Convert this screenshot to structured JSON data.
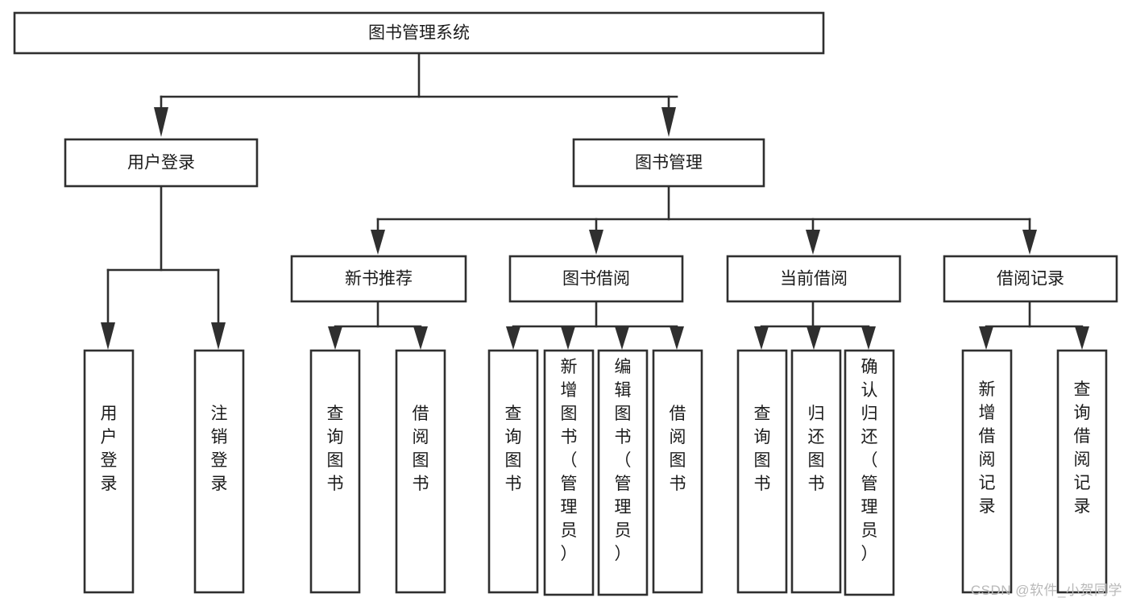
{
  "diagram": {
    "title": "图书管理系统",
    "watermark": "CSDN @软件_小贺同学",
    "colors": {
      "stroke": "#2f2f2f",
      "fill": "#ffffff",
      "text": "#1b1b1b",
      "watermark": "#b9b9b9"
    },
    "nodes": {
      "root": {
        "label": "图书管理系统",
        "orientation": "horizontal"
      },
      "user_login": {
        "label": "用户登录",
        "orientation": "horizontal"
      },
      "book_manage": {
        "label": "图书管理",
        "orientation": "horizontal"
      },
      "new_book_rec": {
        "label": "新书推荐",
        "orientation": "horizontal"
      },
      "book_borrow": {
        "label": "图书借阅",
        "orientation": "horizontal"
      },
      "current_borrow": {
        "label": "当前借阅",
        "orientation": "horizontal"
      },
      "borrow_record": {
        "label": "借阅记录",
        "orientation": "horizontal"
      },
      "leaf_user_login": {
        "label": "用户登录",
        "orientation": "vertical"
      },
      "leaf_logout": {
        "label": "注销登录",
        "orientation": "vertical"
      },
      "leaf_query_book_1": {
        "label": "查询图书",
        "orientation": "vertical"
      },
      "leaf_borrow_book_1": {
        "label": "借阅图书",
        "orientation": "vertical"
      },
      "leaf_query_book_2": {
        "label": "查询图书",
        "orientation": "vertical"
      },
      "leaf_add_book": {
        "label": "新增图书（管理员）",
        "orientation": "vertical"
      },
      "leaf_edit_book": {
        "label": "编辑图书（管理员）",
        "orientation": "vertical"
      },
      "leaf_borrow_book_2": {
        "label": "借阅图书",
        "orientation": "vertical"
      },
      "leaf_query_book_3": {
        "label": "查询图书",
        "orientation": "vertical"
      },
      "leaf_return_book": {
        "label": "归还图书",
        "orientation": "vertical"
      },
      "leaf_confirm_return": {
        "label": "确认归还（管理员）",
        "orientation": "vertical"
      },
      "leaf_add_record": {
        "label": "新增借阅记录",
        "orientation": "vertical"
      },
      "leaf_query_record": {
        "label": "查询借阅记录",
        "orientation": "vertical"
      }
    },
    "hierarchy": {
      "图书管理系统": {
        "用户登录": [
          "用户登录",
          "注销登录"
        ],
        "图书管理": {
          "新书推荐": [
            "查询图书",
            "借阅图书"
          ],
          "图书借阅": [
            "查询图书",
            "新增图书（管理员）",
            "编辑图书（管理员）",
            "借阅图书"
          ],
          "当前借阅": [
            "查询图书",
            "归还图书",
            "确认归还（管理员）"
          ],
          "借阅记录": [
            "新增借阅记录",
            "查询借阅记录"
          ]
        }
      }
    }
  }
}
